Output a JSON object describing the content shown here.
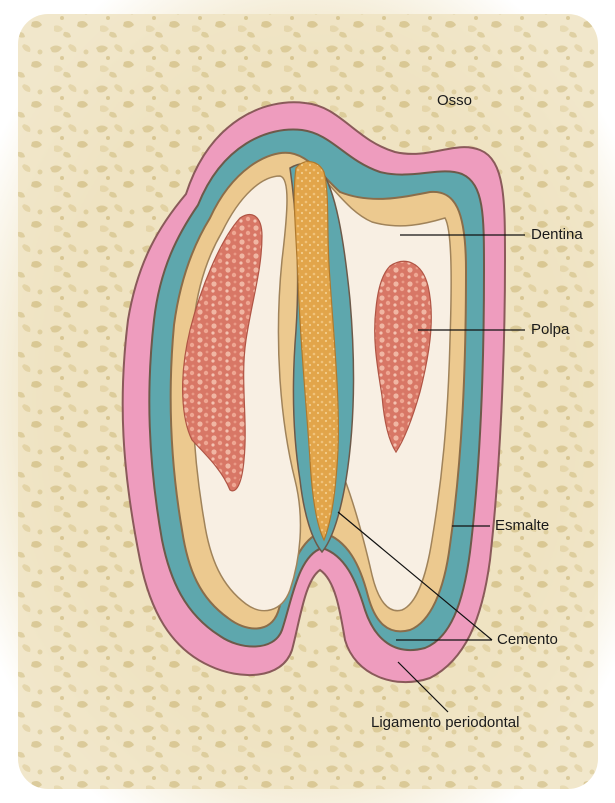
{
  "labels": {
    "bone": "Osso",
    "dentin": "Dentina",
    "pulp": "Polpa",
    "enamel": "Esmalte",
    "cementum": "Cemento",
    "ligament": "Ligamento periodontal"
  },
  "colors": {
    "bone": "#efe3c2",
    "bone_speckle": "#d8c691",
    "ligament": "#ee9cbe",
    "ligament_edge": "#8a5a5a",
    "enamel": "#5ea7ad",
    "cementum": "#ecc98f",
    "cementum_core": "#e2a54a",
    "dentin": "#f8efe3",
    "pulp": "#d87766",
    "pulp_spot": "#f0b6a3",
    "leader": "#111111"
  }
}
